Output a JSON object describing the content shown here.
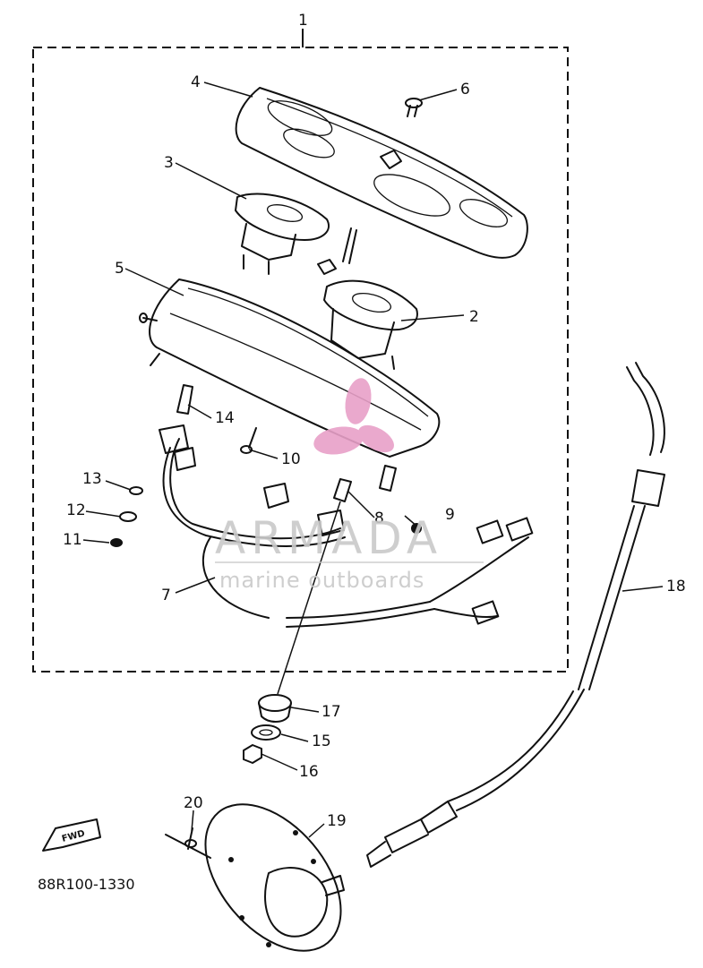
{
  "diagram": {
    "group_label": "1",
    "part_callouts": [
      "2",
      "3",
      "4",
      "5",
      "6",
      "7",
      "8",
      "9",
      "10",
      "11",
      "12",
      "13",
      "14",
      "15",
      "16",
      "17",
      "18",
      "19",
      "20"
    ],
    "drawing_code": "88R100-1330",
    "fwd_badge": "FWD"
  },
  "watermark": {
    "brand": "ARMADA",
    "tagline": "marine outboards",
    "color": "#e8a0c8"
  }
}
